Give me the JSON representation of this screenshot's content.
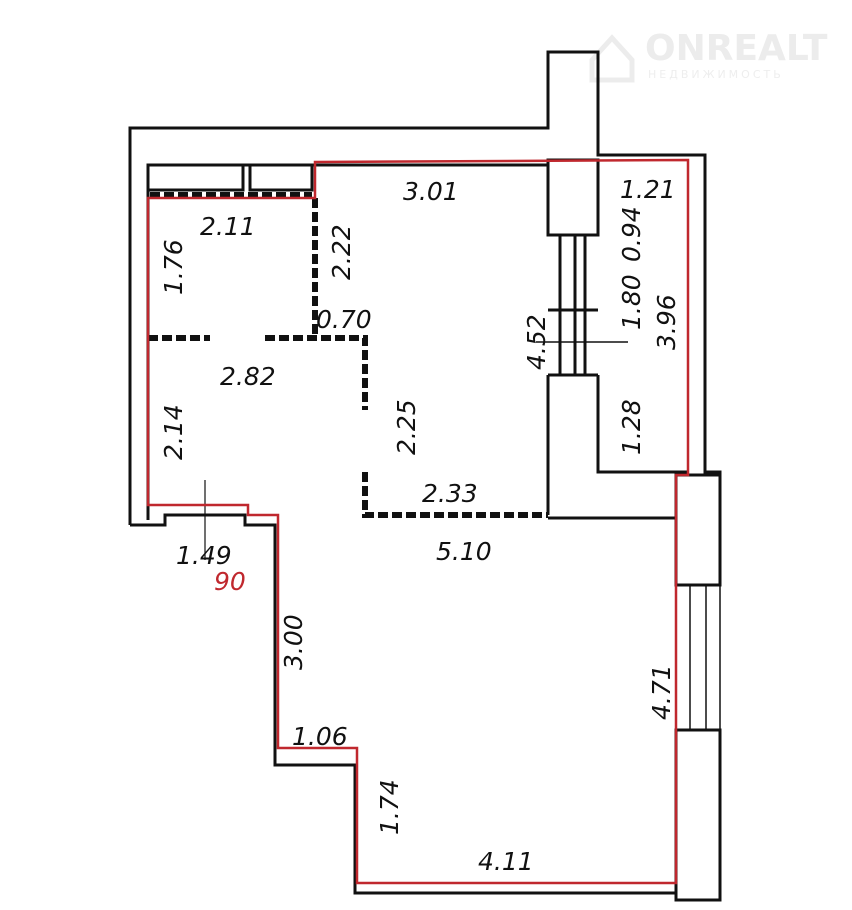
{
  "watermark": {
    "brand": "ONREALT",
    "subtitle": "НЕДВИЖИМОСТЬ"
  },
  "colors": {
    "wall": "#111111",
    "outline": "#c0282e"
  },
  "dimensions": {
    "d301": "3.01",
    "d121": "1.21",
    "d211": "2.11",
    "d176": "1.76",
    "d222": "2.22",
    "d094": "0.94",
    "d180": "1.80",
    "d396": "3.96",
    "d452": "4.52",
    "d070": "0.70",
    "d282": "2.82",
    "d214": "2.14",
    "d225": "2.25",
    "d128": "1.28",
    "d233": "2.33",
    "d510": "5.10",
    "d149": "1.49",
    "d300": "3.00",
    "d471": "4.71",
    "d106": "1.06",
    "d174": "1.74",
    "d411": "4.11"
  },
  "door_width": "90"
}
